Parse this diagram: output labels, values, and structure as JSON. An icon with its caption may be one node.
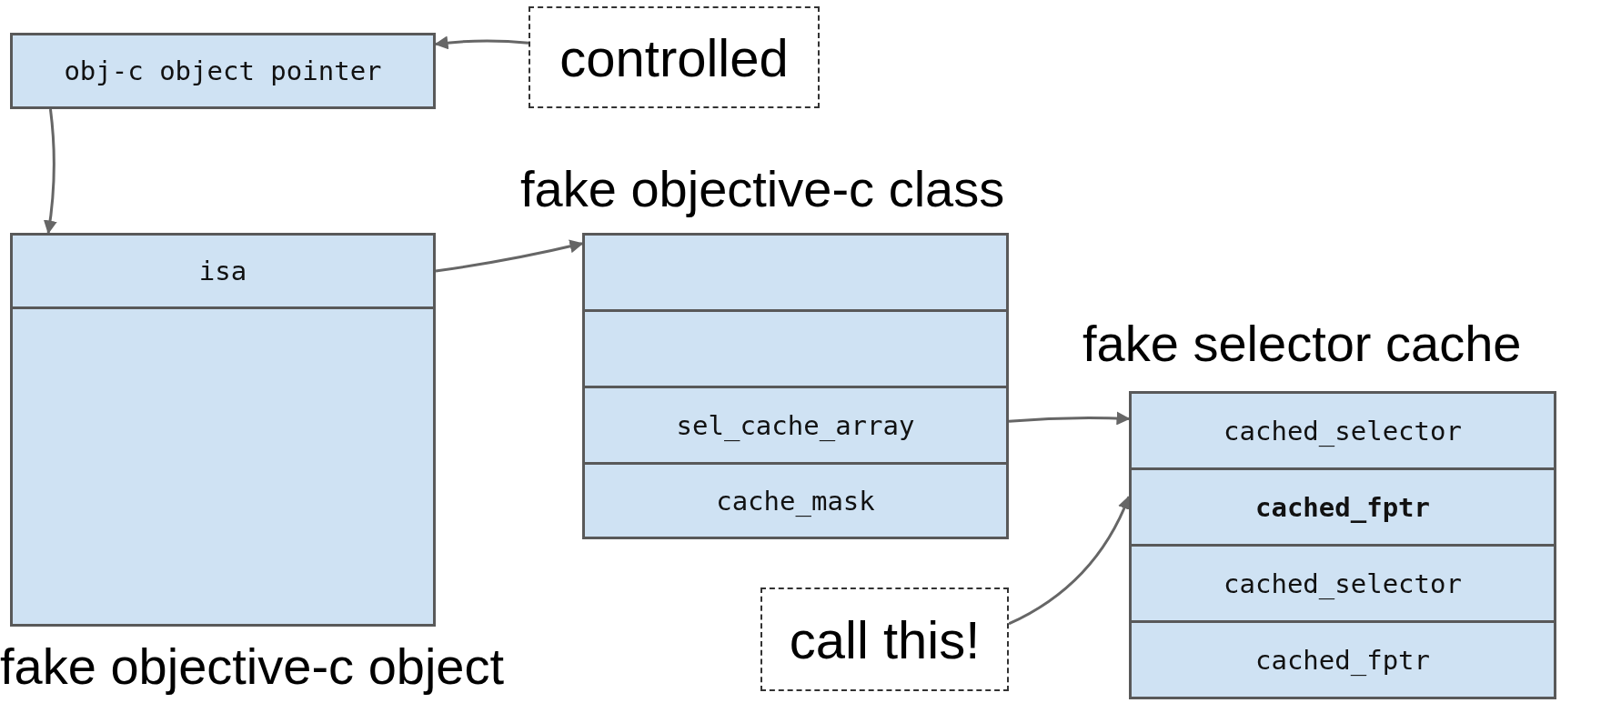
{
  "diagram": {
    "nodes": [
      {
        "text": [
          "obj-c object pointer"
        ]
      },
      {
        "text": [
          "controlled"
        ]
      },
      {
        "text": [
          "fake objective-c object"
        ]
      },
      {
        "text": [
          "isa"
        ],
        "in": 2
      },
      {
        "text": [],
        "shape": "box",
        "in": 2
      },
      {
        "text": [
          "fake objective-c class"
        ]
      },
      {
        "text": [],
        "shape": "box",
        "in": 5
      },
      {
        "text": [],
        "shape": "box",
        "in": 5
      },
      {
        "text": [
          "sel_cache_array"
        ],
        "in": 5
      },
      {
        "text": [
          "cache_mask"
        ],
        "in": 5
      },
      {
        "text": [
          "fake selector cache"
        ]
      },
      {
        "text": [
          "cached_selector"
        ],
        "in": 10
      },
      {
        "text": [
          "cached_fptr"
        ],
        "in": 10
      },
      {
        "text": [
          "cached_selector"
        ],
        "in": 10
      },
      {
        "text": [
          "cached_fptr"
        ],
        "in": 10
      },
      {
        "text": [
          "call this!"
        ]
      }
    ],
    "edges": [
      {
        "from": 1,
        "to": 0,
        "arrow": "to"
      },
      {
        "from": 0,
        "to": 2,
        "arrow": "to"
      },
      {
        "from": 3,
        "to": 6,
        "arrow": "to"
      },
      {
        "from": 8,
        "to": 10,
        "arrow": "to"
      },
      {
        "from": 15,
        "to": 12,
        "arrow": "to"
      }
    ]
  }
}
